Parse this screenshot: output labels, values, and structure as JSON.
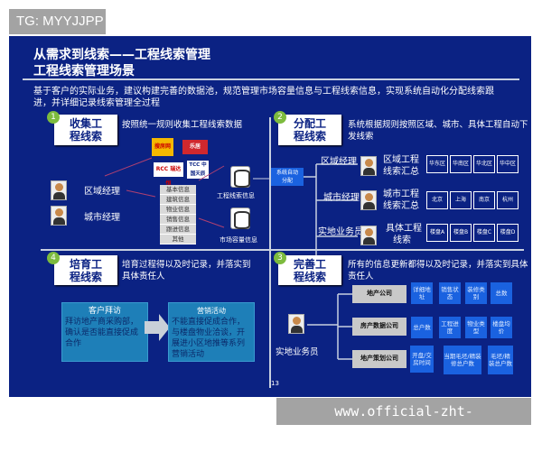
{
  "watermark_top": "TG: MYYJJPP",
  "watermark_bottom": "www.official-zht-kaiyunsport.com",
  "slide": {
    "title1": "从需求到线索——工程线索管理",
    "title2": "工程线索管理场景",
    "intro": "基于客户的实际业务，建议构建完善的数据池，规范管理市场容量信息与工程线索信息，实现系统自动化分配线索跟进，并详细记录线索管理全过程",
    "page_number": "13",
    "q1": {
      "num": "1",
      "label1": "收集工",
      "label2": "程线索",
      "desc": "按照统一规则收集工程线索数据",
      "logos": [
        "搜房网",
        "乐居",
        "RCC 瑞达恒",
        "TCC 中国天辰"
      ],
      "roles": [
        "区域经理",
        "城市经理"
      ],
      "info": [
        "基本信息",
        "建筑信息",
        "物业信息",
        "销售信息",
        "跟进信息",
        "其他"
      ],
      "db1": "工程线索信息",
      "db2": "市场容量信息"
    },
    "q2": {
      "num": "2",
      "label1": "分配工",
      "label2": "程线索",
      "desc": "系统根据规则按照区域、城市、具体工程自动下发线索",
      "system1": "系统自动",
      "system2": "分配",
      "rows": [
        {
          "role": "区域经理",
          "sum1": "区域工程",
          "sum2": "线索汇总",
          "cells": [
            "华东区",
            "华南区",
            "华北区",
            "华中区"
          ]
        },
        {
          "role": "城市经理",
          "sum1": "城市工程",
          "sum2": "线索汇总",
          "cells": [
            "北京",
            "上海",
            "南京",
            "杭州"
          ]
        },
        {
          "role": "实地业务员",
          "sum1": "具体工程",
          "sum2": "线索",
          "cells": [
            "楼盘A",
            "楼盘B",
            "楼盘C",
            "楼盘D"
          ]
        }
      ]
    },
    "q3": {
      "num": "3",
      "label1": "完善工",
      "label2": "程线索",
      "desc": "所有的信息更新都得以及时记录，并落实到具体责任人",
      "role": "实地业务员",
      "rows": [
        {
          "company": "地产公司",
          "items": [
            "详细地址",
            "销售状态",
            "装修类别",
            "总数"
          ]
        },
        {
          "company": "房产数据公司",
          "items": [
            "总户数",
            "工程进度",
            "物业类型",
            "楼盘均价"
          ]
        },
        {
          "company": "地产策划公司",
          "items": [
            "开盘/交房时间",
            "当期毛坯/精装修总户数",
            "毛坯/精装总户数"
          ]
        }
      ]
    },
    "q4": {
      "num": "4",
      "label1": "培育工",
      "label2": "程线索",
      "desc": "培育过程得以及时记录，并落实到具体责任人",
      "box1_title": "客户拜访",
      "box1_text": "拜访地产商采购部，确认是否能直接促成合作",
      "box2_title": "营销活动",
      "box2_text": "不能直接促成合作，与楼盘物业洽谈，开展进小区地推等系列营销活动"
    }
  },
  "colors": {
    "background": "#0b2283",
    "badge": "#7dbb3e",
    "info_box": "#1a62e0",
    "teal_box": "#1e7fb8"
  }
}
